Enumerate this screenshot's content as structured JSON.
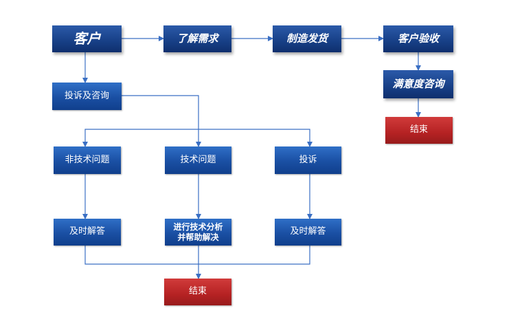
{
  "nodes": {
    "customer": "客户",
    "understand_needs": "了解需求",
    "manufacture_ship": "制造发货",
    "customer_acceptance": "客户验收",
    "satisfaction_survey": "满意度咨询",
    "end_right": "结束",
    "complaint_inquiry": "投诉及咨询",
    "non_tech_issue": "非技术问题",
    "tech_issue": "技术问题",
    "complaint": "投诉",
    "answer_left": "及时解答",
    "tech_analysis_line1": "进行技术分析",
    "tech_analysis_line2": "并帮助解决",
    "answer_right": "及时解答",
    "end_bottom": "结束"
  },
  "colors": {
    "box_blue": "#1a4fa3",
    "box_navy": "#173f86",
    "box_red": "#b52223",
    "connector": "#3a6fc4"
  }
}
